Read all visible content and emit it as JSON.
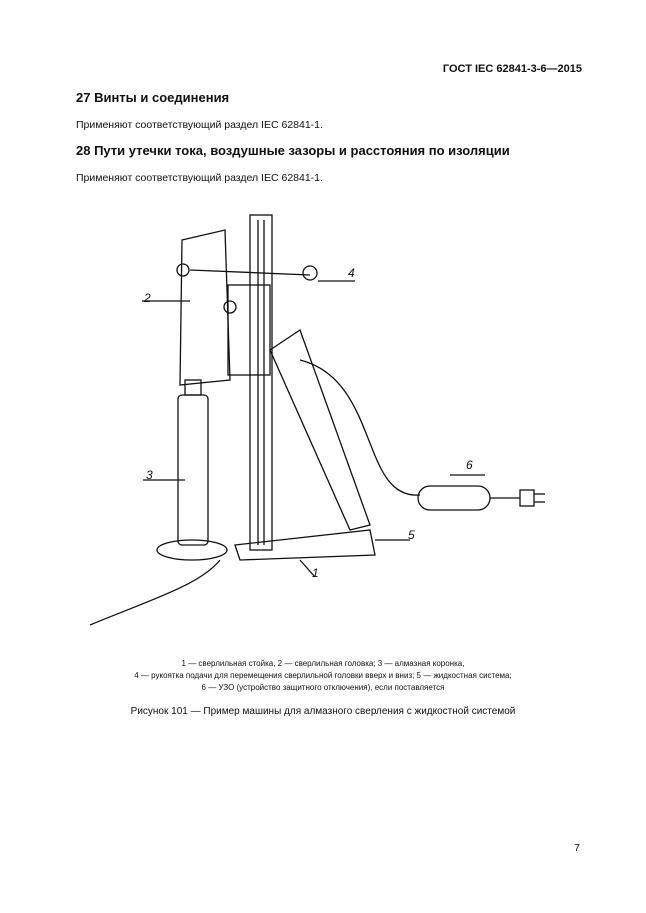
{
  "header": "ГОСТ IEC 62841-3-6—2015",
  "sections": [
    {
      "title": "27  Винты и соединения",
      "text": "Применяют соответствующий раздел IEC 62841-1."
    },
    {
      "title": "28  Пути утечки тока, воздушные зазоры и расстояния по изоляции",
      "text": "Применяют соответствующий раздел IEC 62841-1."
    }
  ],
  "figure": {
    "labels": [
      "1",
      "2",
      "3",
      "4",
      "5",
      "6"
    ],
    "legend": [
      "1 — сверлильная стойка, 2 — сверлильная головка; 3 — алмазная коронка,",
      "4 — рукоятка подачи для перемещения сверлильной головки вверх и вниз; 5 — жидкостная система;",
      "6 — УЗО (устройство защитного отключения), если поставляется"
    ],
    "title": "Рисунок 101 — Пример машины для алмазного сверления с жидкостной системой"
  },
  "page_number": "7"
}
